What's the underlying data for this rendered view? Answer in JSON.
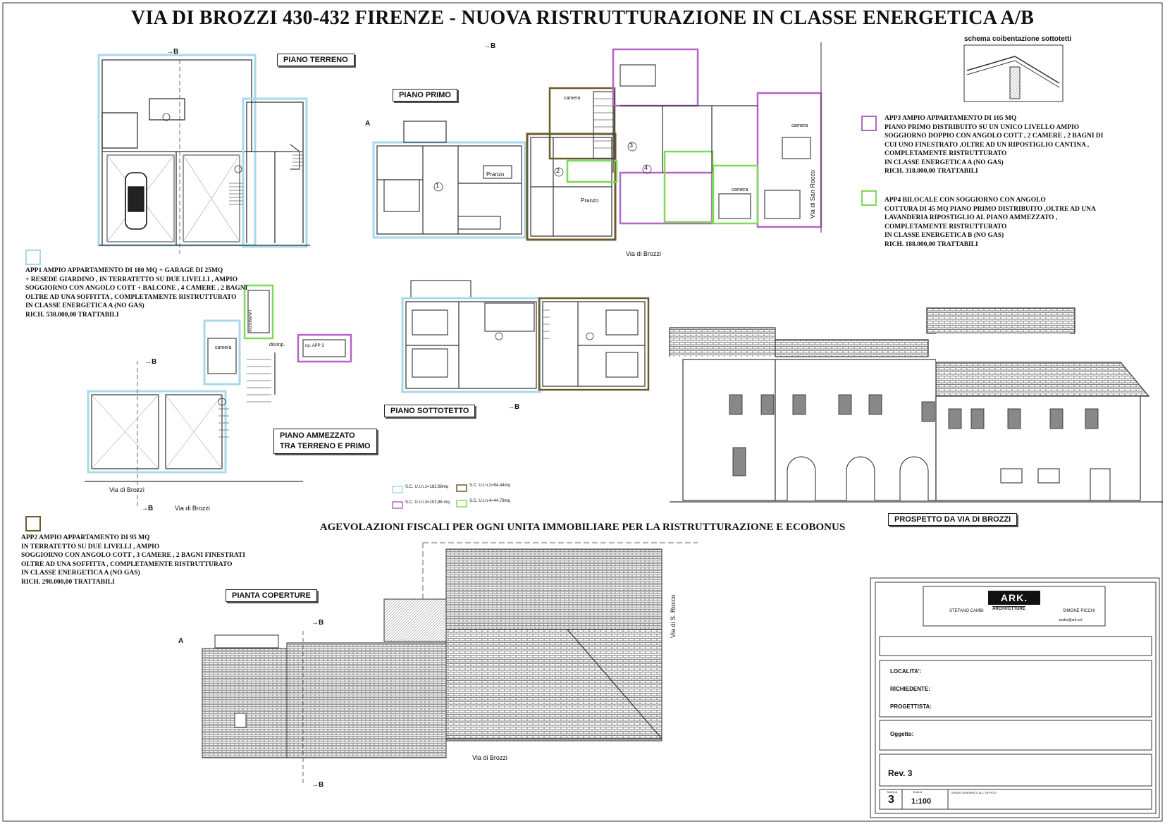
{
  "title": "VIA DI BROZZI 430-432 FIRENZE - NUOVA RISTRUTTURAZIONE IN CLASSE ENERGETICA A/B",
  "floors": {
    "terreno": "PIANO TERRENO",
    "primo": "PIANO PRIMO",
    "ammezzato_l1": "PIANO AMMEZZATO",
    "ammezzato_l2": "TRA TERRENO E PRIMO",
    "sottotetto": "PIANO SOTTOTETTO",
    "coperture": "PIANTA COPERTURE",
    "prospetto": "PROSPETTO DA VIA DI BROZZI"
  },
  "schema_label": "schema coibentazione sottotetti",
  "subtitle": "AGEVOLAZIONI FISCALI PER OGNI UNITA IMMOBILIARE PER LA RISTRUTTURAZIONE E ECOBONUS",
  "apartments": {
    "app1": {
      "color": "#a8d8ea",
      "lines": [
        "APP1  AMPIO APPARTAMENTO DI 180 MQ + GARAGE DI 25MQ",
        "+ RESEDE GIARDINO , IN TERRATETTO SU DUE LIVELLI , AMPIO",
        "SOGGIORNO CON ANGOLO COTT + BALCONE , 4 CAMERE  , 2 BAGNI",
        "OLTRE AD UNA SOFFITTA , COMPLETAMENTE RISTRUTTURATO",
        "IN CLASSE ENERGETICA A (NO GAS)",
        "RICH. 538.000,00 TRATTABILI"
      ]
    },
    "app2": {
      "color": "#6b5a2a",
      "lines": [
        "APP2  AMPIO APPARTAMENTO DI 95 MQ",
        " IN TERRATETTO SU DUE LIVELLI , AMPIO",
        "SOGGIORNO CON ANGOLO COTT , 3 CAMERE  , 2 BAGNI FINESTRATI",
        "OLTRE AD UNA SOFFITTA , COMPLETAMENTE RISTRUTTURATO",
        "IN CLASSE ENERGETICA A (NO GAS)",
        "RICH. 298.000,00 TRATTABILI"
      ]
    },
    "app3": {
      "color": "#b565c7",
      "lines": [
        "APP3  AMPIO APPARTAMENTO DI 105 MQ",
        "PIANO PRIMO DISTRIBUITO SU UN UNICO LIVELLO AMPIO",
        "SOGGIORNO DOPPIO CON ANGOLO COTT , 2 CAMERE  , 2 BAGNI DI",
        "CUI UNO FINESTRATO ,OLTRE AD UN RIPOSTIGLIO CANTINA ,",
        "COMPLETAMENTE RISTRUTTURATO",
        "IN CLASSE ENERGETICA A (NO GAS)",
        "RICH. 318.000,00 TRATTABILI"
      ]
    },
    "app4": {
      "color": "#7ed957",
      "lines": [
        "APP4  BILOCALE CON SOGGIORNO CON ANGOLO",
        "COTTURA  DI 45 MQ PIANO PRIMO DISTRIBUITO  ,OLTRE AD UNA",
        "LAVANDERIA RIPOSTIGLIO AL PIANO AMMEZZATO ,",
        "COMPLETAMENTE RISTRUTTURATO",
        "IN CLASSE ENERGETICA B (NO GAS)",
        "RICH. 188.000,00 TRATTABILI"
      ]
    }
  },
  "surfaces": {
    "s1": "S.C. U.I.n.1=182,68mq",
    "s2": "S.C. U.I.n.2=94,44mq",
    "s3": "S.C. U.I.n.3=102,86 mq",
    "s4": "S.C. U.I.n.4=44,78mq"
  },
  "streets": {
    "brozzi1": "Via di Brozzi",
    "brozzi2": "Via di Brozzi",
    "brozzi3": "Via di Brozzi",
    "brozzi4": "Via di Brozzi",
    "san_rocco": "Via di San Rocco",
    "s_rocco": "Via di S. Rocco"
  },
  "rooms": {
    "pranzo1": "Pranzo",
    "pranzo2": "Pranzo",
    "camera1": "camera",
    "camera2": "camera",
    "camera3": "camera",
    "camera4": "camera",
    "lavanderia": "LAVANDERIA",
    "disimp": "disimp.",
    "rip_app3": "rip.     APP 3"
  },
  "markers": {
    "a": "A",
    "b": "B",
    "arrow_b": "→B",
    "n1": "1",
    "n2": "2",
    "n3": "3",
    "n4": "4"
  },
  "titleblock": {
    "logo": "ARK.",
    "logo_sub": "ARCHITETTURE",
    "name_left": "STEFANO CAMBI",
    "name_right": "SIMONE PICCHI",
    "email": "studio@ark-a.it",
    "localita": "LOCALITA':",
    "richiedente": "RICHIEDENTE:",
    "progettista": "PROGETTISTA:",
    "oggetto": "Oggetto:",
    "rev": "Rev. 3",
    "tavola_label": "TAVOLA",
    "tavola": "3",
    "scala_label": "SCALA",
    "scala": "1:100",
    "spazio": "SPAZIO RISERVATO ALL' UFFICIO"
  },
  "colors": {
    "app1": "#a8d8ea",
    "app2": "#6b5a2a",
    "app3": "#b565c7",
    "app4": "#7ed957",
    "ink": "#222222"
  }
}
